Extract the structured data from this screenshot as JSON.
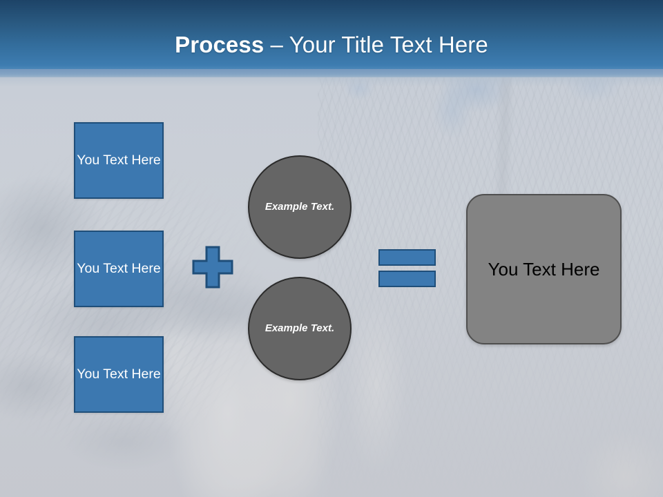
{
  "slide": {
    "title_bold": "Process",
    "title_rest": " – Your Title Text Here",
    "background_description": "waterfall-and-palms-photo"
  },
  "theme": {
    "accent_blue": "#3c78b0",
    "accent_blue_border": "#1f4e79",
    "header_top": "#1d4367",
    "header_bottom": "#3d7cb0",
    "circle_gray": "#656565",
    "circle_border": "#2b2b2b",
    "result_gray": "#838383",
    "result_border": "#4f4f4f",
    "title_color": "#ffffff",
    "background_wash": "#c9cfd7"
  },
  "inputs": [
    {
      "label": "You Text Here"
    },
    {
      "label": "You Text Here"
    },
    {
      "label": "You Text Here"
    }
  ],
  "operators": {
    "plus": "+",
    "equals": "="
  },
  "factors": [
    {
      "label": "Example Text."
    },
    {
      "label": "Example Text."
    }
  ],
  "result": {
    "label": "You Text Here"
  }
}
